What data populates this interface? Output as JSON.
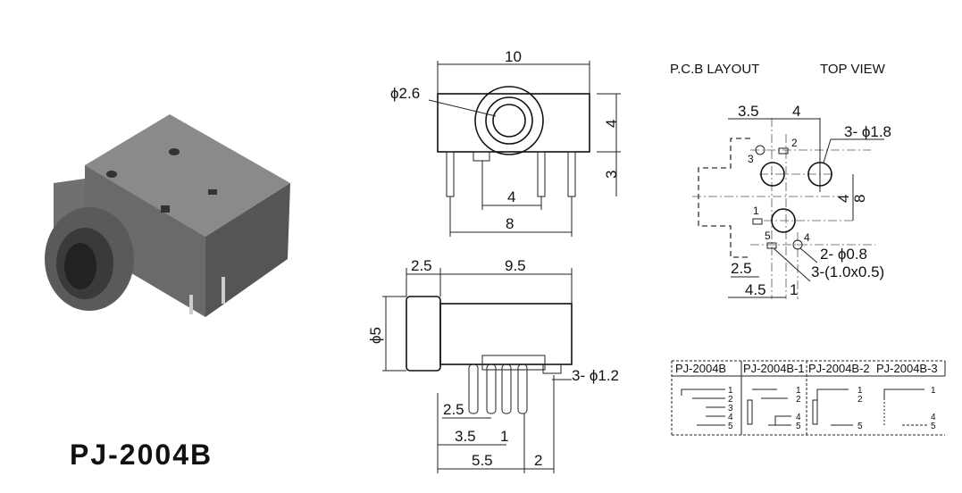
{
  "part_number": "PJ-2004B",
  "front_view": {
    "width": "10",
    "hole": "ϕ2.6",
    "height": "4",
    "pin_len": "3",
    "pin_span_inner": "4",
    "pin_span_outer": "8"
  },
  "side_view": {
    "nose": "2.5",
    "body": "9.5",
    "diameter": "ϕ5",
    "pins": "3- ϕ1.2",
    "d1": "2.5",
    "d2": "3.5",
    "d3": "1",
    "d4": "5.5",
    "d5": "2"
  },
  "pcb": {
    "title": "P.C.B LAYOUT",
    "view": "TOP VIEW",
    "d_35": "3.5",
    "d_4": "4",
    "holes_big": "3- ϕ1.8",
    "d_4v": "4",
    "d_8": "8",
    "holes_small": "2- ϕ0.8",
    "slots": "3-(1.0x0.5)",
    "d_25": "2.5",
    "d_45": "4.5",
    "d_1": "1",
    "pins": [
      "1",
      "2",
      "3",
      "4",
      "5"
    ]
  },
  "table": {
    "headers": [
      "PJ-2004B",
      "PJ-2004B-1",
      "PJ-2004B-2",
      "PJ-2004B-3"
    ],
    "pins": [
      [
        "1",
        "2",
        "3",
        "4",
        "5"
      ],
      [
        "1",
        "2",
        "4",
        "5"
      ],
      [
        "1",
        "2",
        "5"
      ],
      [
        "1",
        "4",
        "5"
      ]
    ]
  },
  "colors": {
    "body": "#6e6e6e",
    "body_dark": "#4a4a4a",
    "body_light": "#8a8a8a"
  }
}
